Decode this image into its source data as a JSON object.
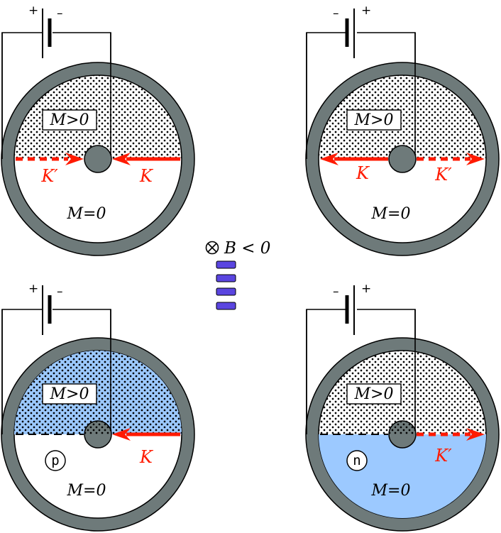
{
  "colors": {
    "ring": "#6e7a7a",
    "core": "#6e7a7a",
    "arrow": "#ff1a00",
    "blue_fill": "#9cc9ff",
    "magnet": "#5a45e0",
    "stroke": "#000000"
  },
  "center": {
    "field_symbol": "⊗",
    "field_label": "B < 0",
    "magnet_bars": 4
  },
  "panels": [
    {
      "id": "top-left",
      "battery_left_sign": "+",
      "battery_right_sign": "–",
      "upper_label": "M>0",
      "lower_label": "M=0",
      "arrow_labels": [
        "K′",
        "K"
      ],
      "mode": "both-arrows-left-dashed",
      "fill": "none",
      "circled_label": ""
    },
    {
      "id": "top-right",
      "battery_left_sign": "–",
      "battery_right_sign": "+",
      "upper_label": "M>0",
      "lower_label": "M=0",
      "arrow_labels": [
        "K",
        "K′"
      ],
      "mode": "both-arrows-right-dashed",
      "fill": "none",
      "circled_label": ""
    },
    {
      "id": "bottom-left",
      "battery_left_sign": "+",
      "battery_right_sign": "–",
      "upper_label": "M>0",
      "lower_label": "M=0",
      "arrow_labels": [
        "K"
      ],
      "mode": "right-solid-arrow",
      "fill": "upper-blue",
      "circled_label": "p"
    },
    {
      "id": "bottom-right",
      "battery_left_sign": "–",
      "battery_right_sign": "+",
      "upper_label": "M>0",
      "lower_label": "M=0",
      "arrow_labels": [
        "K′"
      ],
      "mode": "right-dashed-arrow",
      "fill": "lower-blue",
      "circled_label": "n"
    }
  ]
}
